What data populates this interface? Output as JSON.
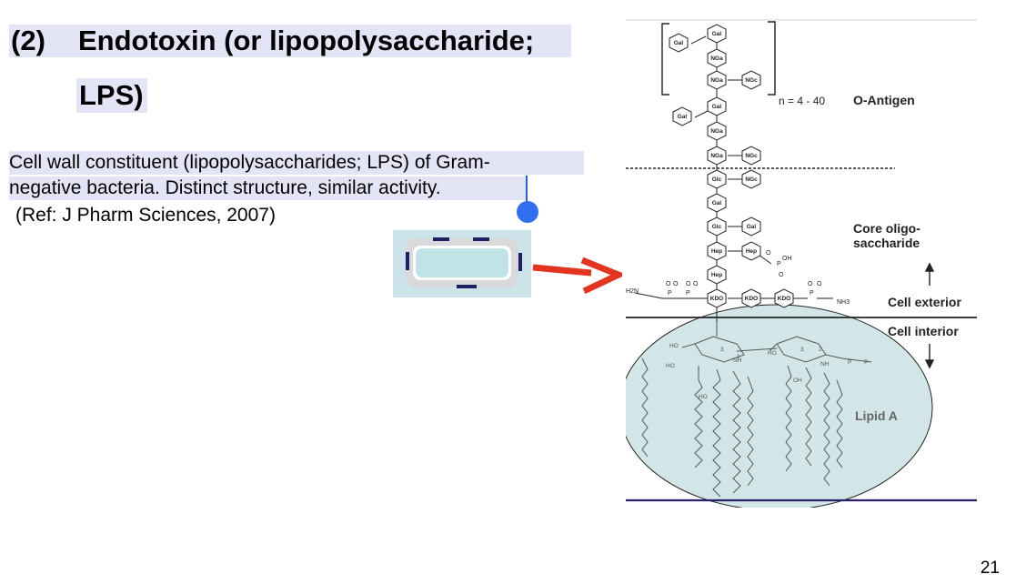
{
  "slide": {
    "title_number": "(2)",
    "title_line1": "Endotoxin (or lipopolysaccharide;",
    "title_line2": "LPS)",
    "body_line1": "Cell wall constituent (lipopolysaccharides; LPS) of Gram-",
    "body_line2": "negative bacteria. Distinct structure, similar activity.",
    "reference": "(Ref: J Pharm Sciences, 2007)",
    "page_number": "21"
  },
  "diagram": {
    "repeat_label": "n = 4 - 40",
    "o_antigen_label": "O-Antigen",
    "core_label_line1": "Core oligo-",
    "core_label_line2": "saccharide",
    "cell_exterior_label": "Cell exterior",
    "cell_interior_label": "Cell interior",
    "lipid_a_label": "Lipid A",
    "sugars": {
      "gal": "Gal",
      "nga": "NGa",
      "ngc": "NGc",
      "glc": "Glc",
      "hep": "Hep",
      "kdo": "KDO"
    },
    "h2n": "H2N",
    "nh3": "NH3",
    "oh": "OH",
    "ho": "HO",
    "nh": "NH",
    "p": "P",
    "o": "O",
    "ring_numbers": [
      "3",
      "1",
      "3",
      "2"
    ]
  },
  "colors": {
    "highlight": "#e4e4f7",
    "arrow": "#e2341f",
    "bacterium_box": "#cde3ea",
    "lipid_ellipse": "#d2e6e8",
    "baseline": "#2a2070",
    "caret": "#2f6ff0"
  }
}
